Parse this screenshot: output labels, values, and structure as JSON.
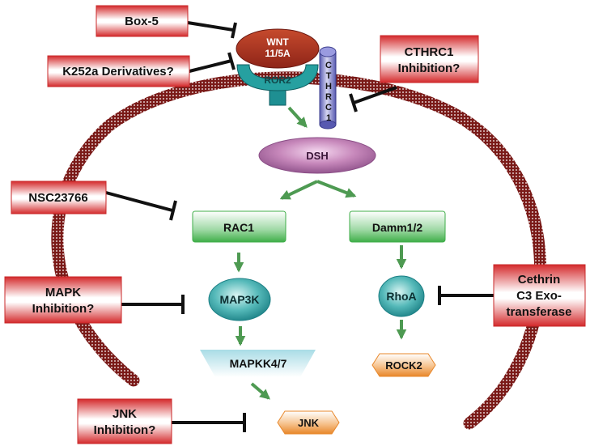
{
  "inhibitors": {
    "box5": "Box-5",
    "k252a": "K252a Derivatives?",
    "cthrc1_inhib": [
      "CTHRC1",
      "Inhibition?"
    ],
    "nsc": "NSC23766",
    "mapk": [
      "MAPK",
      "Inhibition?"
    ],
    "jnk": [
      "JNK",
      "Inhibition?"
    ],
    "cethrin": [
      "Cethrin",
      "C3 Exo-",
      "transferase"
    ]
  },
  "nodes": {
    "wnt": [
      "WNT",
      "11/5A"
    ],
    "ror2": "ROR2",
    "cthrc1": [
      "C",
      "T",
      "H",
      "R",
      "C",
      "1"
    ],
    "dsh": "DSH",
    "rac1": "RAC1",
    "damm": "Damm1/2",
    "map3k": "MAP3K",
    "rhoa": "RhoA",
    "mapkk": "MAPKK4/7",
    "rock2": "ROCK2",
    "jnk": "JNK"
  },
  "colors": {
    "membrane": "#7a1a18",
    "inhibitor_box_red": "#d8252a",
    "arrow_green": "#4e9a52",
    "node_green": "#3fae49",
    "node_teal": "#1e8f92",
    "dsh_purple": "#b36aa8",
    "wnt_brown": "#a8301f",
    "hex_orange": "#e8872a",
    "mapkk_blue": "#9fd6e0",
    "cthrc1_blue": "#7577c9"
  }
}
